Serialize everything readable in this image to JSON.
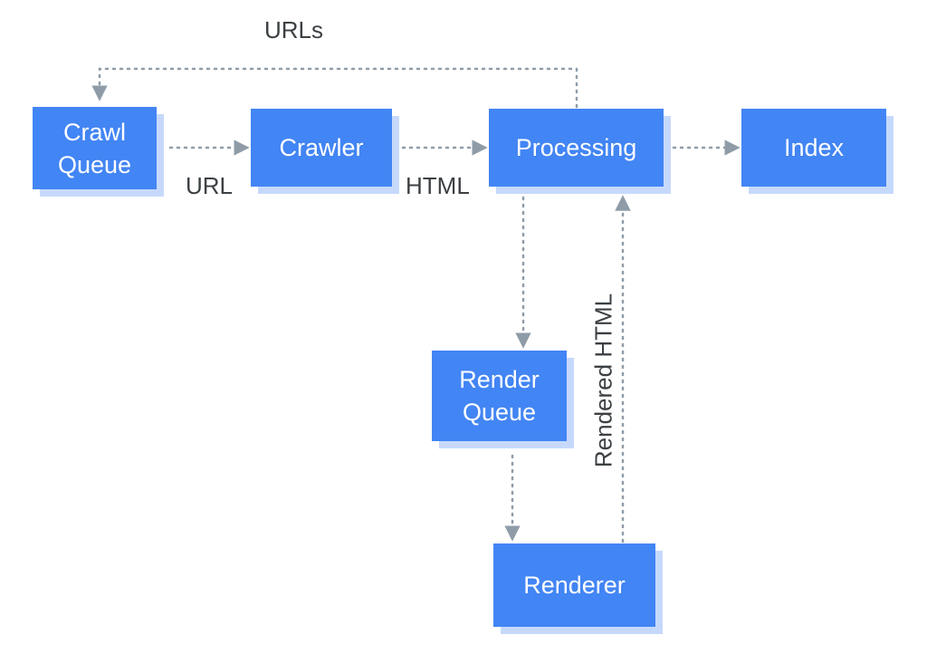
{
  "colors": {
    "node_fill": "#4285f4",
    "node_shadow": "#c6d9fb",
    "edge": "#8f9ca8",
    "label": "#3c4043"
  },
  "nodes": {
    "crawl_queue": "Crawl\nQueue",
    "crawler": "Crawler",
    "processing": "Processing",
    "index": "Index",
    "render_queue": "Render\nQueue",
    "renderer": "Renderer"
  },
  "edge_labels": {
    "urls": "URLs",
    "url": "URL",
    "html": "HTML",
    "rendered_html": "Rendered HTML"
  }
}
